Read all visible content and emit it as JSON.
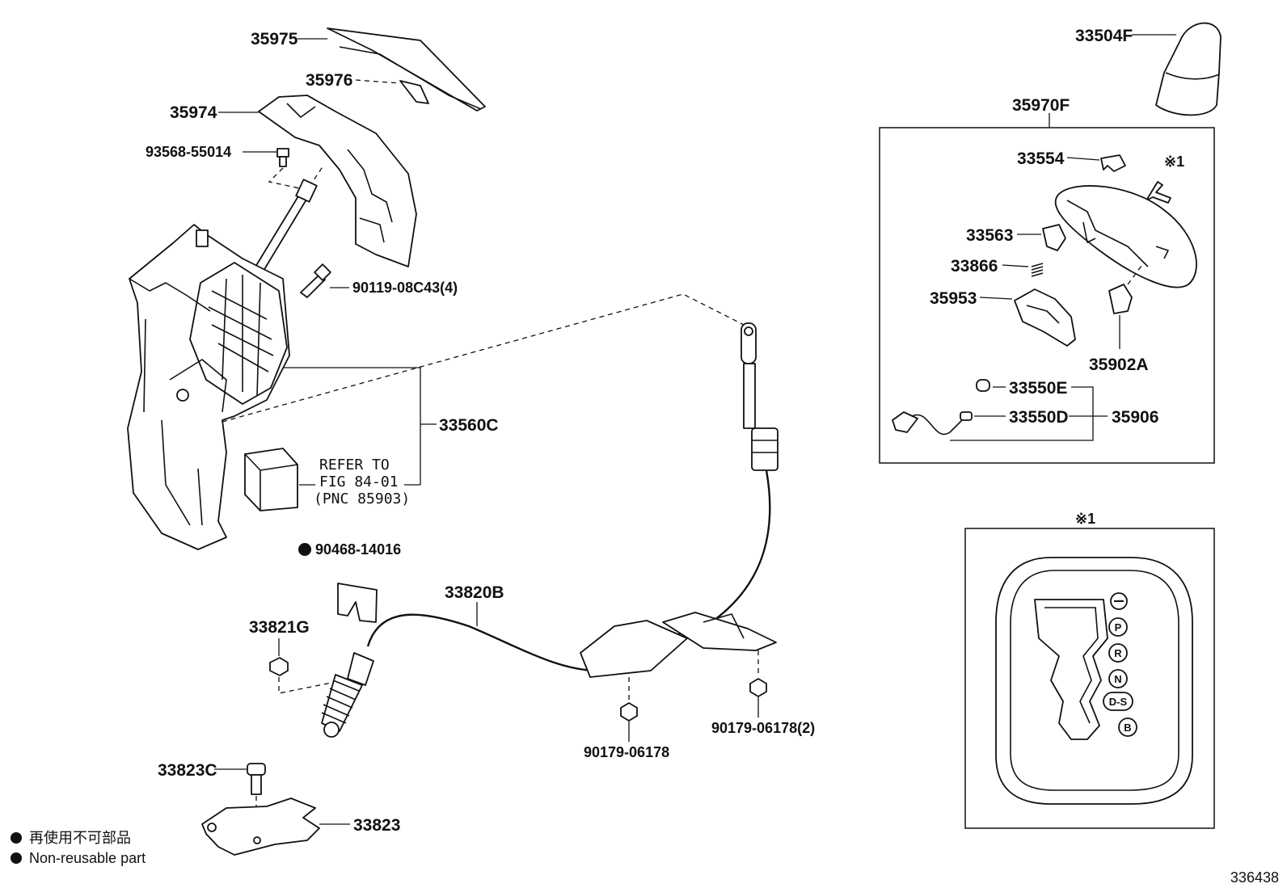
{
  "labels": {
    "p35975": "35975",
    "p35976": "35976",
    "p35974": "35974",
    "p93568": "93568-55014",
    "p90119": "90119-08C43(4)",
    "p33560c": "33560C",
    "refer1": "REFER TO",
    "refer2": "FIG 84-01",
    "refer3": "(PNC 85903)",
    "p90468": "90468-14016",
    "p33820b": "33820B",
    "p33821g": "33821G",
    "p33823c": "33823C",
    "p33823": "33823",
    "p90179a": "90179-06178",
    "p90179b": "90179-06178(2)",
    "p33504f": "33504F",
    "p35970f": "35970F",
    "p33554": "33554",
    "p33563": "33563",
    "p33866": "33866",
    "p35953": "35953",
    "p35902a": "35902A",
    "p33550e": "33550E",
    "p33550d": "33550D",
    "p35906": "35906",
    "ref_mark_1": "※1",
    "ref_mark_2": "※1"
  },
  "gate_positions": [
    "P",
    "R",
    "N",
    "D-S",
    "B"
  ],
  "legend": {
    "jp": "再使用不可部品",
    "en": "Non-reusable part"
  },
  "diagram_id": "336438"
}
